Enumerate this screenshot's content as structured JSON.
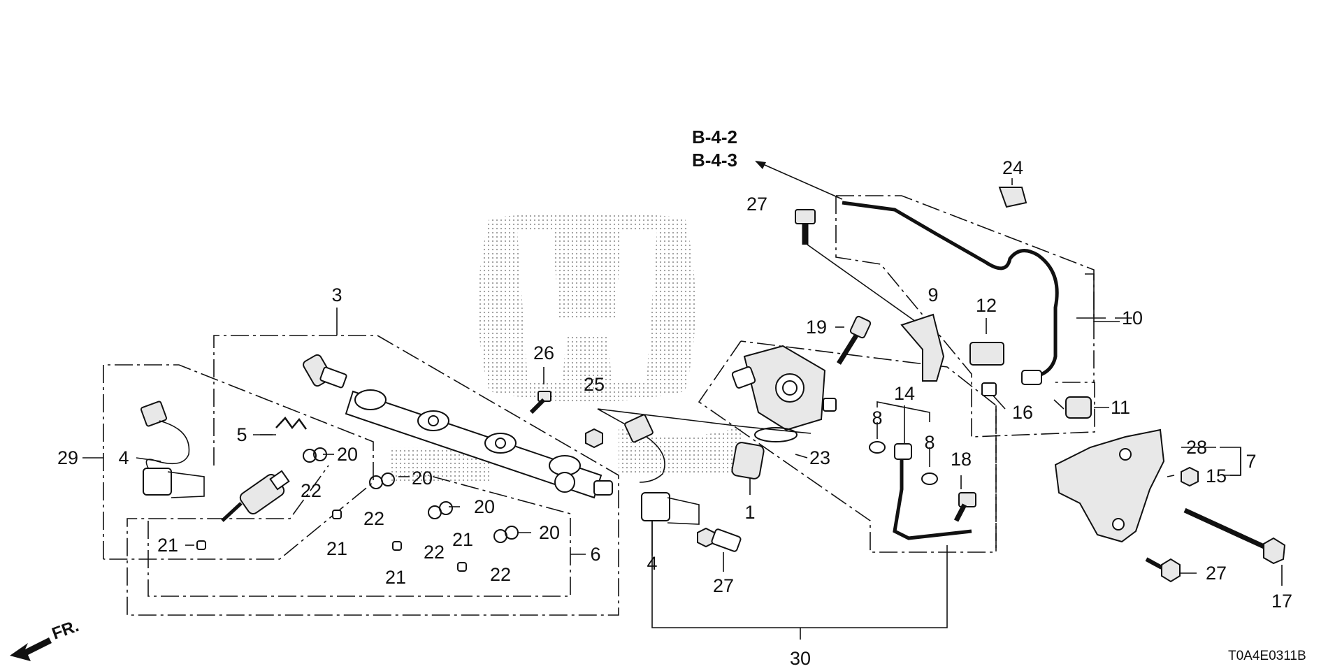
{
  "diagram": {
    "reference_links": [
      "B-4-2",
      "B-4-3"
    ],
    "front_indicator": "FR.",
    "diagram_code": "T0A4E0311B",
    "brand_watermark": "H",
    "callouts": {
      "c1": "1",
      "c3": "3",
      "c4a": "4",
      "c4b": "4",
      "c5": "5",
      "c6": "6",
      "c7": "7",
      "c8a": "8",
      "c8b": "8",
      "c9": "9",
      "c10": "10",
      "c11": "11",
      "c12": "12",
      "c14": "14",
      "c15": "15",
      "c16": "16",
      "c17": "17",
      "c18": "18",
      "c19": "19",
      "c20a": "20",
      "c20b": "20",
      "c20c": "20",
      "c20d": "20",
      "c21a": "21",
      "c21b": "21",
      "c21c": "21",
      "c21d": "21",
      "c22a": "22",
      "c22b": "22",
      "c22c": "22",
      "c22d": "22",
      "c23": "23",
      "c24": "24",
      "c25": "25",
      "c26": "26",
      "c27a": "27",
      "c27b": "27",
      "c27c": "27",
      "c28": "28",
      "c29": "29",
      "c30": "30"
    }
  }
}
